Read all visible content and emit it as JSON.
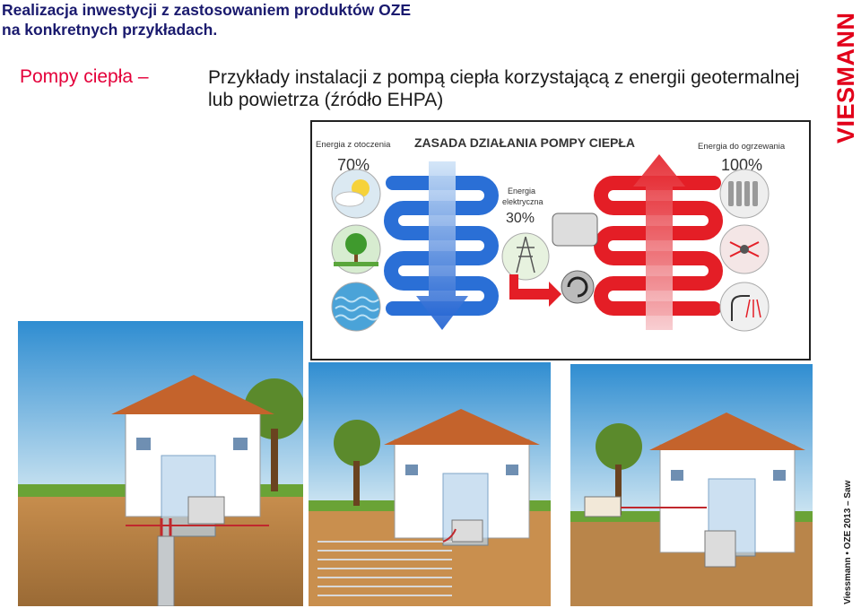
{
  "header": {
    "title_line1": "Realizacja inwestycji  z zastosowaniem  produktów OZE",
    "title_line2": "na konkretnych przykładach."
  },
  "section_label": "Pompy ciepła –",
  "description": "Przykłady  instalacji z pompą ciepła korzystającą z energii geotermalnej  lub powietrza (źródło EHPA)",
  "diagram": {
    "title": "ZASADA DZIAŁANIA POMPY CIEPŁA",
    "left_label": "Energia z otoczenia",
    "left_pct": "70%",
    "middle_label_1": "Energia",
    "middle_label_2": "elektryczna",
    "middle_pct": "30%",
    "right_label": "Energia do ogrzewania",
    "right_pct": "100%"
  },
  "logo_text": "VIESMANN",
  "footer_text": "Viessmann • OZE  2013 – Saw",
  "colors": {
    "title": "#1a1a6e",
    "section": "#e4003a",
    "logo": "#e2001a",
    "cold": "#2a6fd6",
    "hot": "#e41e26"
  }
}
